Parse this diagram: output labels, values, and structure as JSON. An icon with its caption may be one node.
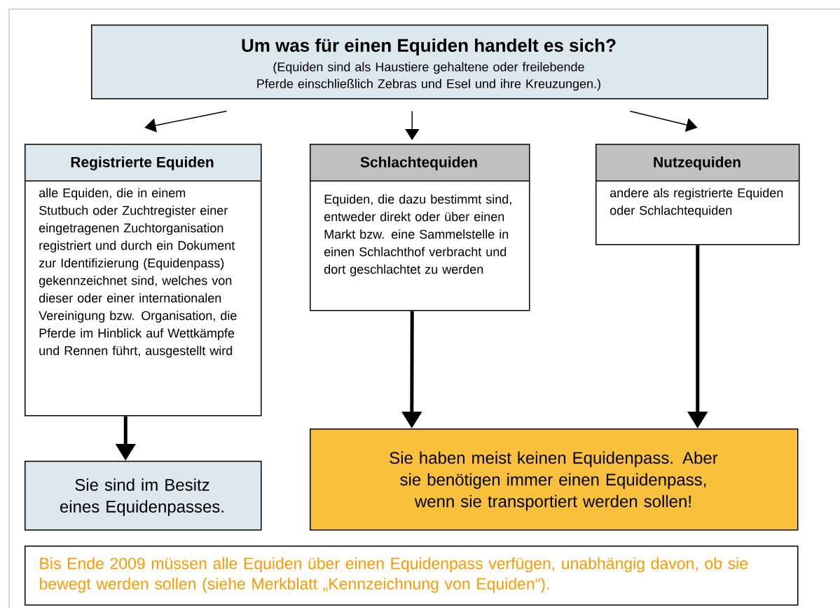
{
  "diagram": {
    "nodes": [
      {
        "text": [
          "Um was für einen Equiden handelt es sich?",
          "(Equiden sind als Haustiere gehaltene oder freilebende Pferde einschließlich Zebras und Esel und ihre Kreuzungen.)"
        ]
      },
      {
        "text": [
          "Registrierte Equiden",
          "alle Equiden, die in einem Stutbuch oder Zuchtregister einer eingetragenen Zuchtorganisation registriert und durch ein Dokument zur Identifizierung (Equidenpass) gekennzeichnet sind, welches von dieser oder einer internationalen Vereinigung bzw. Organisation, die Pferde im Hinblick auf Wettkämpfe und Rennen führt, ausgestellt wird"
        ]
      },
      {
        "text": [
          "Schlachtequiden",
          "Equiden, die dazu bestimmt sind, entweder direkt oder über einen Markt bzw. eine Sammelstelle in einen Schlachthof verbracht und dort geschlachtet zu werden"
        ]
      },
      {
        "text": [
          "Nutzequiden",
          "andere als registrierte Equiden oder Schlachtequiden"
        ]
      },
      {
        "text": [
          "Sie sind im Besitz eines Equidenpasses."
        ]
      },
      {
        "text": [
          "Sie haben meist keinen Equidenpass. Aber sie benötigen immer einen Equidenpass, wenn sie transportiert werden sollen!"
        ]
      },
      {
        "text": [
          "Bis Ende 2009 müssen alle Equiden über einen Equidenpass verfügen, unabhängig davon, ob sie bewegt werden sollen (siehe Merkblatt „Kennzeichnung von Equiden“)."
        ]
      }
    ],
    "edges": [
      {
        "from": 0,
        "to": 1,
        "arrow": "to"
      },
      {
        "from": 0,
        "to": 2,
        "arrow": "to"
      },
      {
        "from": 0,
        "to": 3,
        "arrow": "to"
      },
      {
        "from": 1,
        "to": 4,
        "arrow": "to",
        "style": "thick"
      },
      {
        "from": 2,
        "to": 5,
        "arrow": "to",
        "style": "thick"
      },
      {
        "from": 3,
        "to": 5,
        "arrow": "to",
        "style": "thick"
      }
    ]
  }
}
